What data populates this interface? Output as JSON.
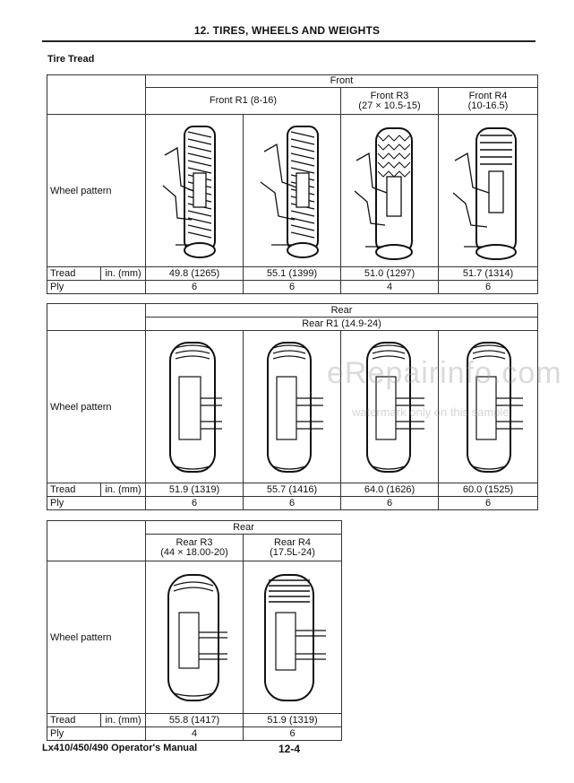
{
  "header": {
    "title": "12. TIRES, WHEELS AND WEIGHTS"
  },
  "section": {
    "title": "Tire Tread"
  },
  "row_labels": {
    "wheel_pattern": "Wheel pattern",
    "tread": "Tread",
    "unit": "in. (mm)",
    "ply": "Ply"
  },
  "table1": {
    "group": "Front",
    "columns": [
      {
        "line1": "Front R1 (8-16)",
        "line2": "",
        "tread": "49.8 (1265)",
        "ply": "6"
      },
      {
        "line1": "",
        "line2": "",
        "tread": "55.1 (1399)",
        "ply": "6"
      },
      {
        "line1": "Front R3",
        "line2": "(27 × 10.5-15)",
        "tread": "51.0 (1297)",
        "ply": "4"
      },
      {
        "line1": "Front R4",
        "line2": "(10-16.5)",
        "tread": "51.7 (1314)",
        "ply": "6"
      }
    ]
  },
  "table2": {
    "group": "Rear",
    "subgroup": "Rear R1 (14.9-24)",
    "columns": [
      {
        "tread": "51.9 (1319)",
        "ply": "6"
      },
      {
        "tread": "55.7 (1416)",
        "ply": "6"
      },
      {
        "tread": "64.0 (1626)",
        "ply": "6"
      },
      {
        "tread": "60.0 (1525)",
        "ply": "6"
      }
    ]
  },
  "table3": {
    "group": "Rear",
    "columns": [
      {
        "line1": "Rear R3",
        "line2": "(44 × 18.00-20)",
        "tread": "55.8 (1417)",
        "ply": "4"
      },
      {
        "line1": "Rear R4",
        "line2": "(17.5L-24)",
        "tread": "51.9 (1319)",
        "ply": "6"
      }
    ]
  },
  "footer": {
    "manual": "Lx410/450/490 Operator's Manual",
    "page": "12-4"
  },
  "watermark": {
    "main": "eRepairinfo.com",
    "sub": "watermark only on this sample"
  }
}
